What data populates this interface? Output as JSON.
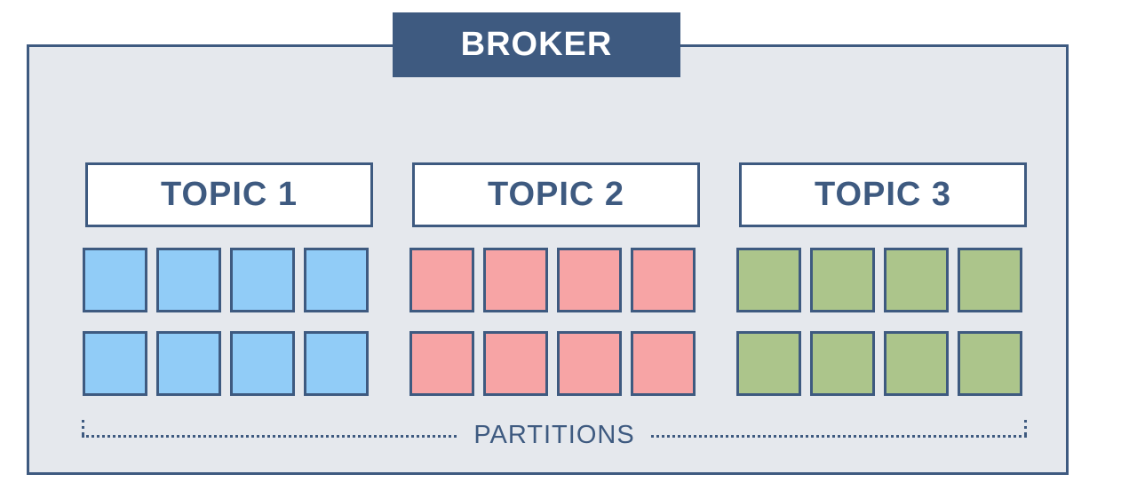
{
  "broker": {
    "label": "BROKER"
  },
  "topics": [
    {
      "label": "TOPIC 1",
      "color": "#91ccf7"
    },
    {
      "label": "TOPIC 2",
      "color": "#f7a4a5"
    },
    {
      "label": "TOPIC 3",
      "color": "#acc58b"
    }
  ],
  "partitions": {
    "label": "PARTITIONS",
    "per_topic_rows": 2,
    "per_topic_cols": 4
  },
  "colors": {
    "border": "#3e5a80",
    "panel": "#e5e8ed"
  }
}
